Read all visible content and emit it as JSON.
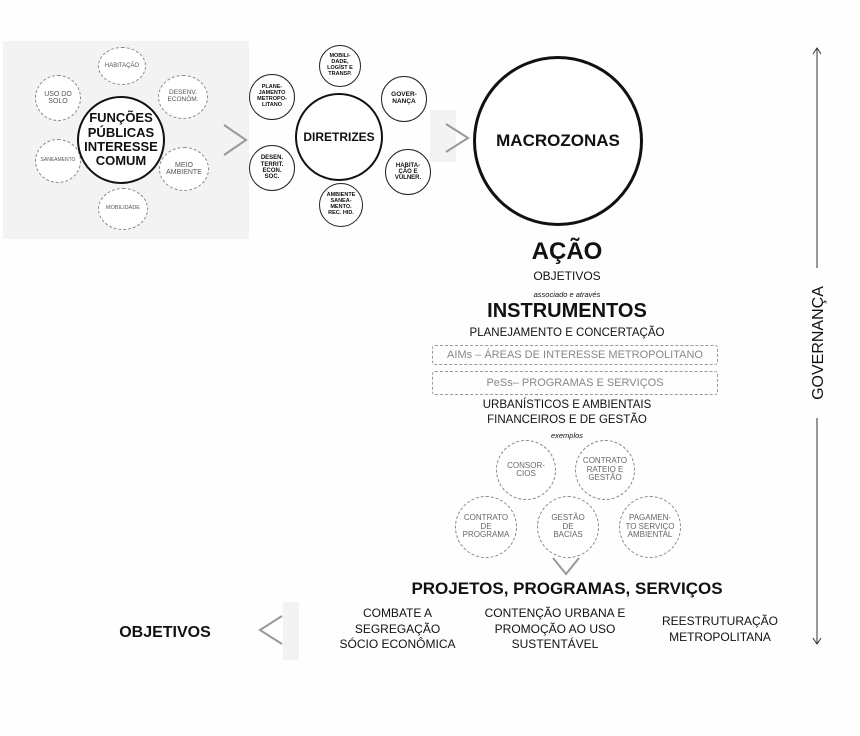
{
  "functions": {
    "center": "FUNÇÕES\nPÚBLICAS\nINTERESSE\nCOMUM",
    "items": [
      "HABITAÇÃO",
      "DESENV.\nECONÔM.",
      "MEIO\nAMBIENTE",
      "MOBILIDADE",
      "SANEAMENTO",
      "USO DO\nSOLO"
    ]
  },
  "diretrizes": {
    "center": "DIRETRIZES",
    "items": [
      "MOBILI-\nDADE,\nLOGÍST E\nTRANSP.",
      "GOVER-\nNANÇA",
      "HABITA-\nÇÃO E\nVULNER.",
      "AMBIENTE\nSANEA-\nMENTO.\nREC. HID.",
      "DESEN.\nTERRIT.\nECON.\nSOC.",
      "PLANE-\nJAMENTO\nMETROPO-\nLITANO"
    ]
  },
  "macrozonas": "MACROZONAS",
  "acao": {
    "title": "AÇÃO",
    "objetivos": "OBJETIVOS",
    "associado": "associado e através"
  },
  "instrumentos": {
    "title": "INSTRUMENTOS",
    "planejamento": "PLANEJAMENTO E CONCERTAÇÃO",
    "aims": "AIMs – ÁREAS DE INTERESSE METROPOLITANO",
    "pess": "PeSs– PROGRAMAS E SERVIÇOS",
    "urbanisticos": "URBANÍSTICOS E  AMBIENTAIS",
    "financeiros": "FINANCEIROS E DE GESTÃO",
    "exemplos": "exemplos",
    "examples": [
      "CONSOR-\nCIOS",
      "CONTRATO\nRATEIO E\nGESTÃO",
      "CONTRATO\nDE\nPROGRAMA",
      "GESTÃO\nDE\nBACIAS",
      "PAGAMEN-\nTO SERVIÇO\nAMBIENTAL"
    ]
  },
  "projetos": {
    "title": "PROJETOS, PROGRAMAS, SERVIÇOS",
    "items": [
      "COMBATE A\nSEGREGAÇÃO\nSÓCIO ECONÔMICA",
      "CONTENÇÃO URBANA E\nPROMOÇÃO AO USO\nSUSTENTÁVEL",
      "REESTRUTURAÇÃO\nMETROPOLITANA"
    ]
  },
  "objetivos_final": "OBJETIVOS",
  "governanca": "GOVERNANÇA"
}
